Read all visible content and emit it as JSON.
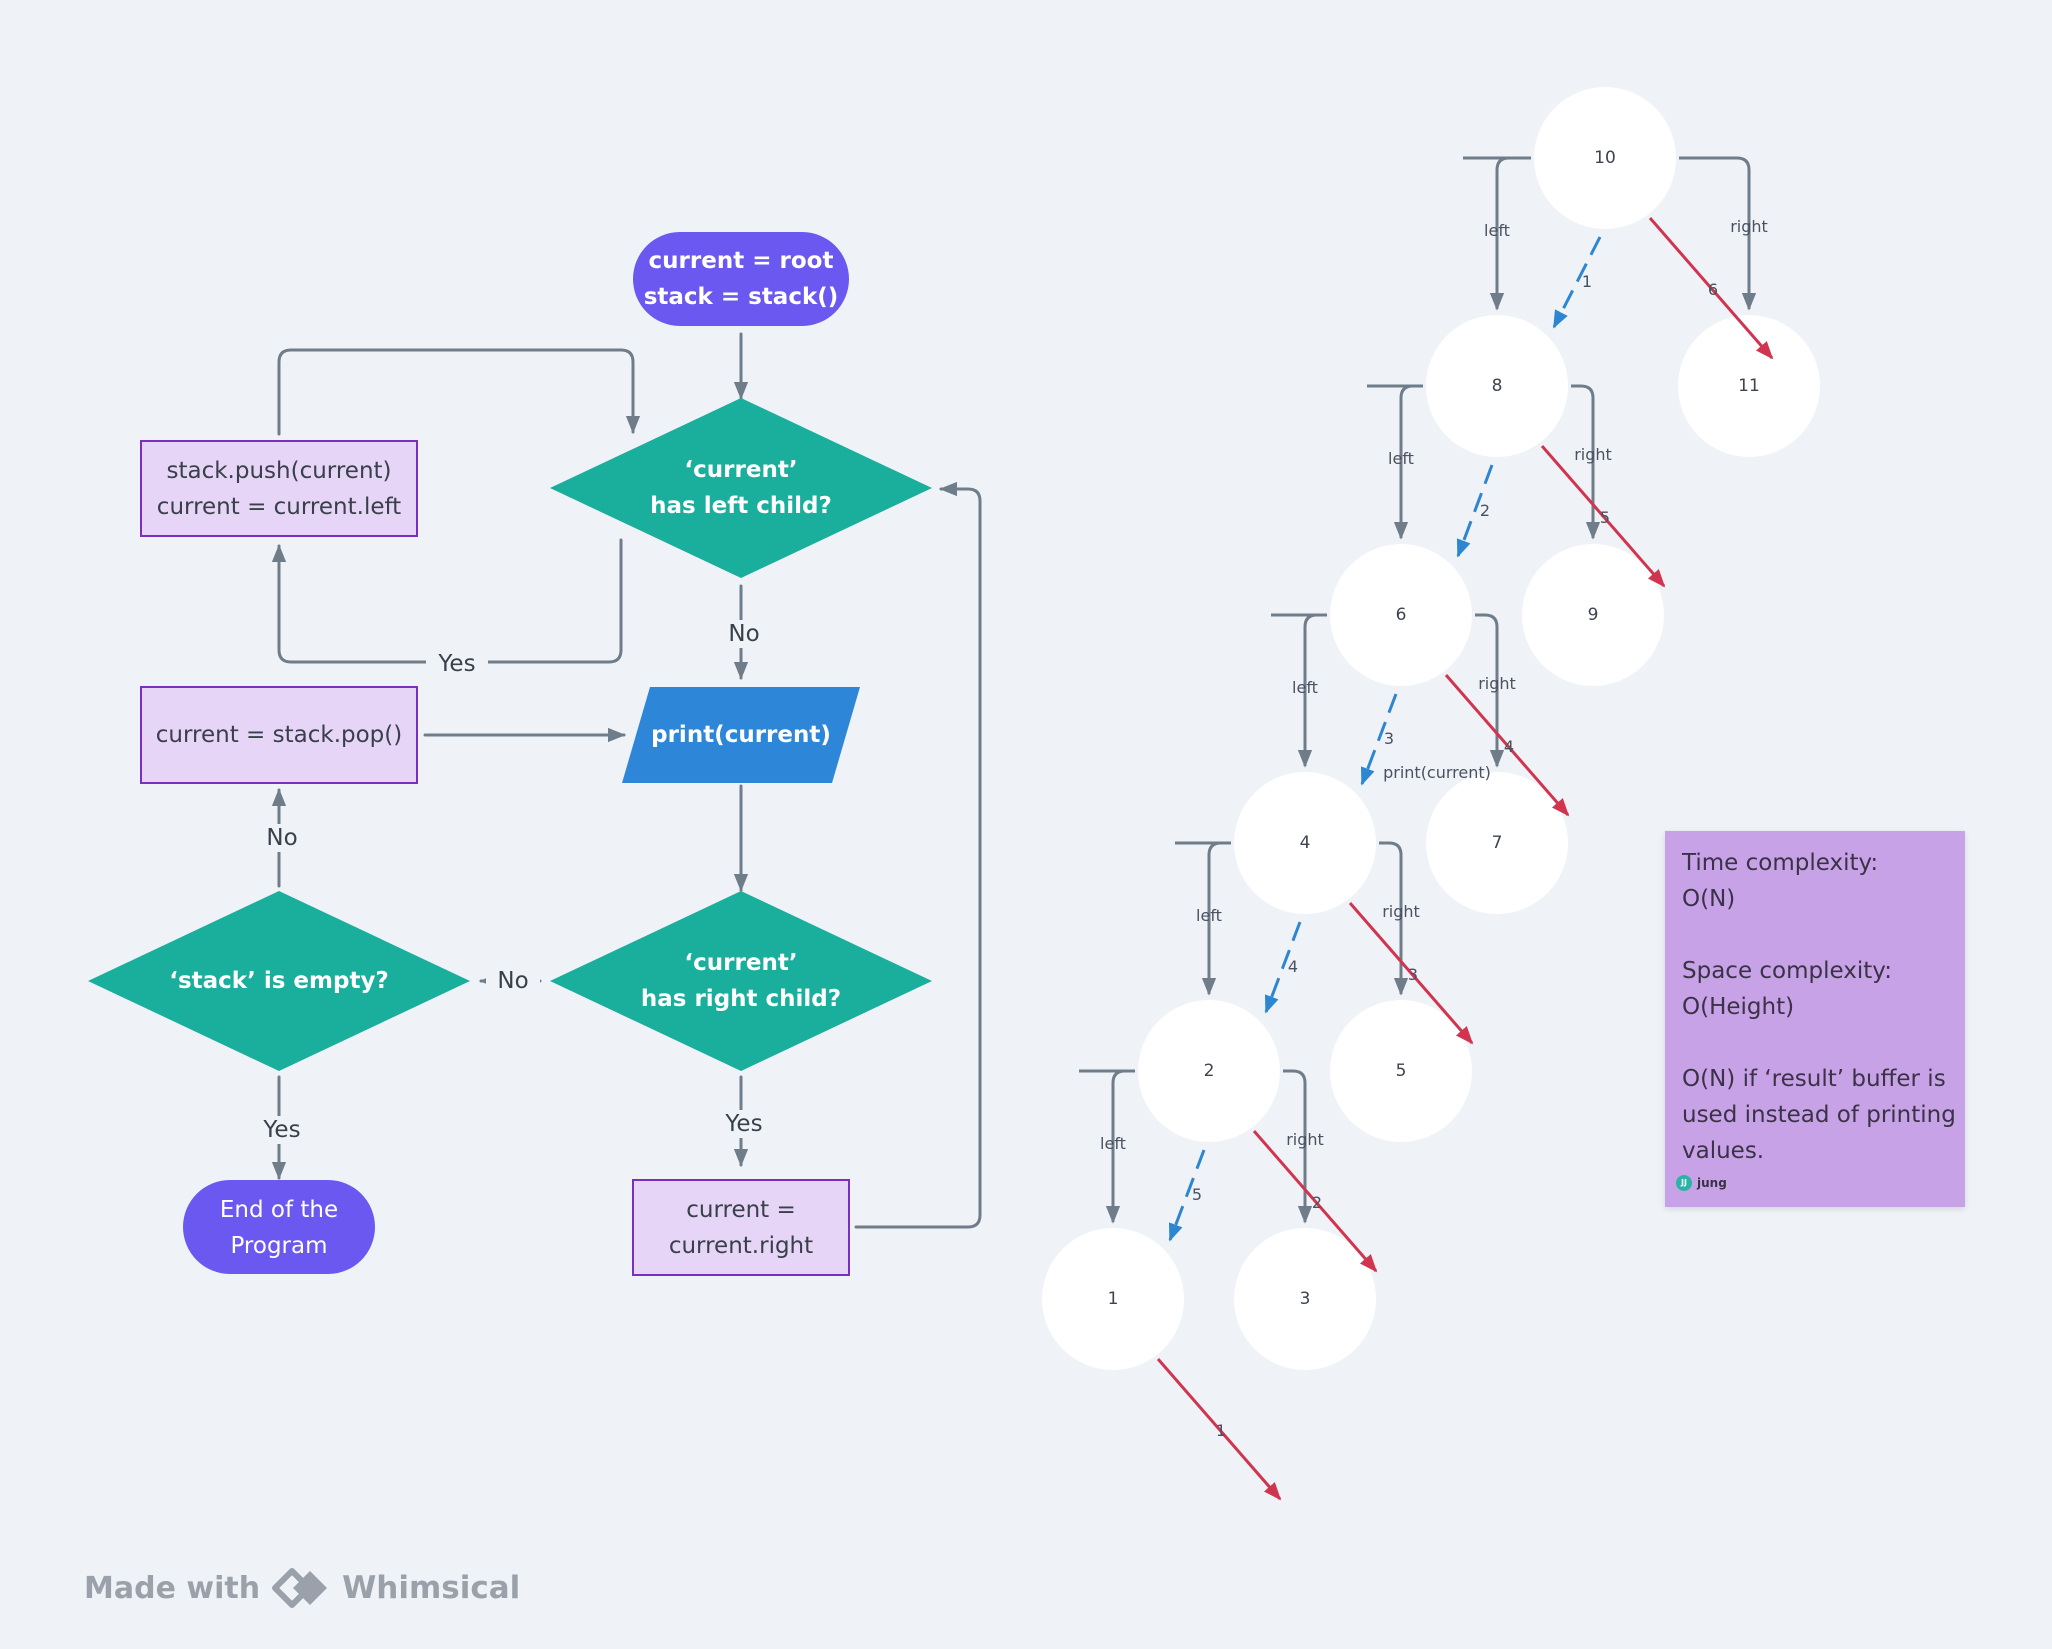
{
  "flowchart": {
    "start": "current = root\nstack = stack()",
    "has_left": "‘current’\nhas left child?",
    "push_left": "stack.push(current)\ncurrent = current.left",
    "print": "print(current)",
    "pop": "current = stack.pop()",
    "has_right": "‘current’\nhas right child?",
    "stack_empty": "‘stack’ is empty?",
    "go_right": "current =\ncurrent.right",
    "end": "End of the\nProgram",
    "edge_yes_left": "Yes",
    "edge_no_left": "No",
    "edge_no_stack": "No",
    "edge_no_right": "No",
    "edge_yes_stack": "Yes",
    "edge_yes_right": "Yes"
  },
  "tree": {
    "nodes": [
      "10",
      "8",
      "11",
      "6",
      "9",
      "4",
      "7",
      "2",
      "5",
      "1",
      "3"
    ],
    "left_label": "left",
    "right_label": "right",
    "push_order": [
      "1",
      "2",
      "3",
      "4",
      "5"
    ],
    "print_order": [
      "1",
      "2",
      "3",
      "4",
      "5",
      "6"
    ],
    "print_annotation": "print(current)"
  },
  "note": {
    "text": "Time complexity:\nO(N)\n\nSpace complexity:\nO(Height)\n\nO(N) if ‘result’ buffer is used instead of printing values.",
    "author_initials": "JJ",
    "author": "jung"
  },
  "footer": {
    "made_with": "Made with",
    "brand": "Whimsical"
  },
  "colors": {
    "terminal": "#6a58f0",
    "decision": "#1aae9c",
    "process_fill": "#e7d5f7",
    "process_border": "#7b2fbf",
    "io": "#2e86d8",
    "connector": "#6f7d8b",
    "push_arrow": "#2d86d2",
    "print_arrow": "#d1344f",
    "note": "#c8a2e6"
  }
}
